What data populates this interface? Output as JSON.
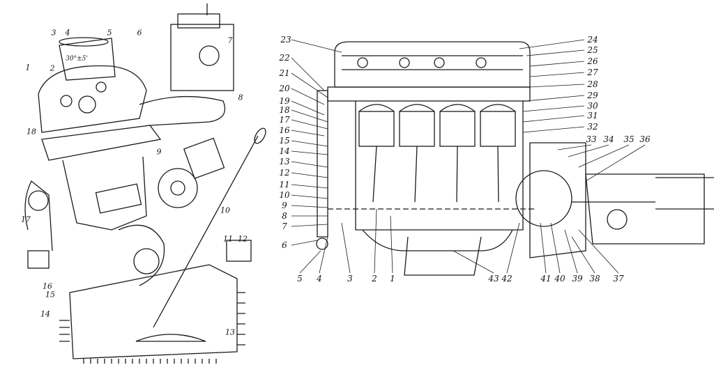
{
  "left_view": {
    "title": "Engine cross-section",
    "labels": [
      "1",
      "2",
      "3",
      "4",
      "5",
      "6",
      "7",
      "8",
      "9",
      "10",
      "11",
      "12",
      "13",
      "14",
      "15",
      "16",
      "17",
      "18"
    ],
    "angle_note": "30°±5'"
  },
  "right_view": {
    "title": "Engine longitudinal section with gearbox",
    "labels": [
      "1",
      "2",
      "3",
      "4",
      "5",
      "6",
      "7",
      "8",
      "9",
      "10",
      "11",
      "12",
      "13",
      "14",
      "15",
      "16",
      "17",
      "18",
      "19",
      "20",
      "21",
      "22",
      "23",
      "24",
      "25",
      "26",
      "27",
      "28",
      "29",
      "30",
      "31",
      "32",
      "33",
      "34",
      "35",
      "36",
      "37",
      "38",
      "39",
      "40",
      "41",
      "42",
      "43"
    ]
  },
  "colors": {
    "ink": "#1a1a1a",
    "paper": "#ffffff"
  }
}
